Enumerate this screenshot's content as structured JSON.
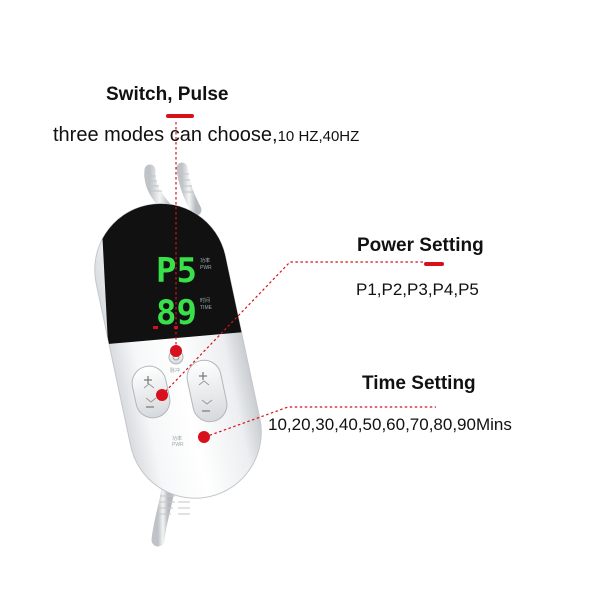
{
  "callouts": {
    "switch": {
      "title": "Switch, Pulse",
      "desc_main": "three modes can choose,",
      "desc_small": "10 HZ,40HZ"
    },
    "power": {
      "title": "Power Setting",
      "desc": "P1,P2,P3,P4,P5"
    },
    "time": {
      "title": "Time Setting",
      "desc": "10,20,30,40,50,60,70,80,90Mins"
    }
  },
  "device": {
    "power_display": "P5",
    "time_display": "89",
    "power_label_cn": "功率",
    "power_label_en": "PWR",
    "time_label_cn": "时间",
    "time_label_en": "TIME",
    "left_label_cn": "脉冲",
    "right_label_cn": "功率",
    "right_label_en": "PWR"
  },
  "colors": {
    "accent_red": "#d8101c",
    "display_green": "#39e04a",
    "panel_black": "#111111"
  }
}
